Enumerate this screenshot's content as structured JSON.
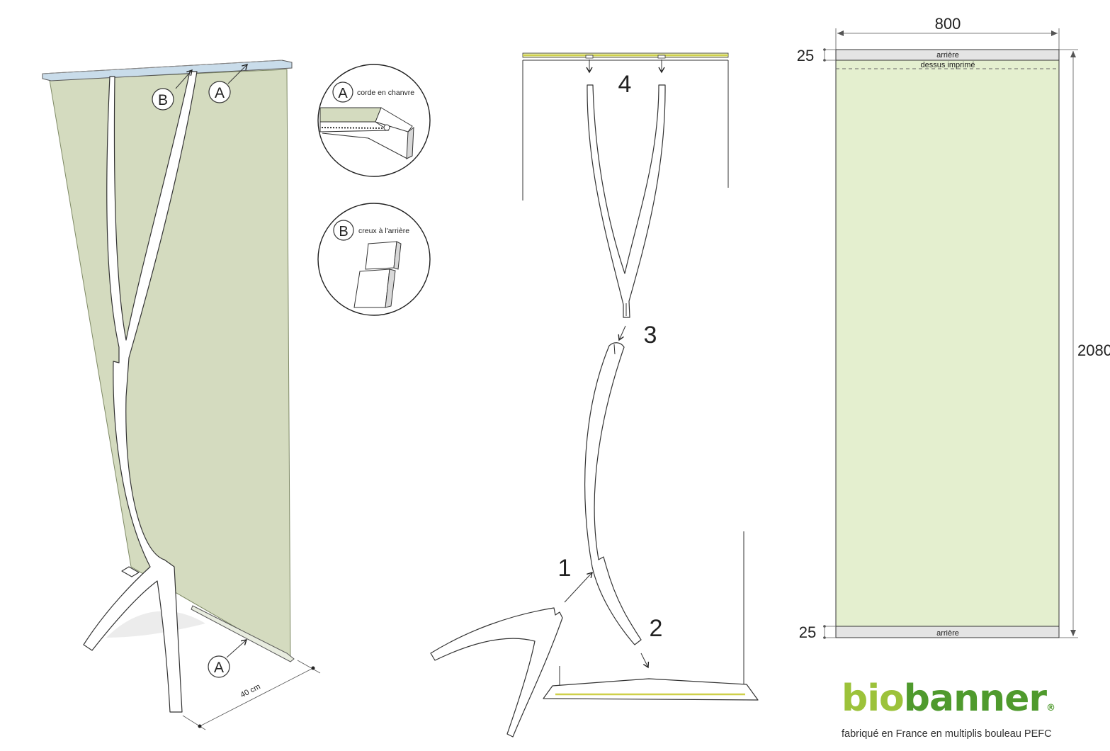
{
  "callouts": {
    "a_letter": "A",
    "b_letter": "B",
    "a_caption": "corde en chanvre",
    "b_caption": "creux à l'arrière"
  },
  "dimensions": {
    "base_width": "40 cm",
    "banner_width": "800",
    "banner_height": "2080",
    "top_margin": "25",
    "bottom_margin": "25"
  },
  "banner_spec": {
    "back_top_label": "arrière",
    "printed_top_label": "dessus imprimé",
    "back_bottom_label": "arrière"
  },
  "steps": [
    "1",
    "2",
    "3",
    "4"
  ],
  "brand": {
    "logo_part1": "bio",
    "logo_part2": "banner",
    "logo_mark": "®",
    "tagline": "fabriqué en France en multiplis bouleau PEFC"
  },
  "colors": {
    "banner_fill": "#d4dbbf",
    "spec_fill": "#e4efcf",
    "band_fill": "#e4e4e4",
    "top_bar": "#c9dcea",
    "yellow_line": "#cfd04a",
    "logo_light": "#9cc23a",
    "logo_dark": "#4f9a2d"
  }
}
